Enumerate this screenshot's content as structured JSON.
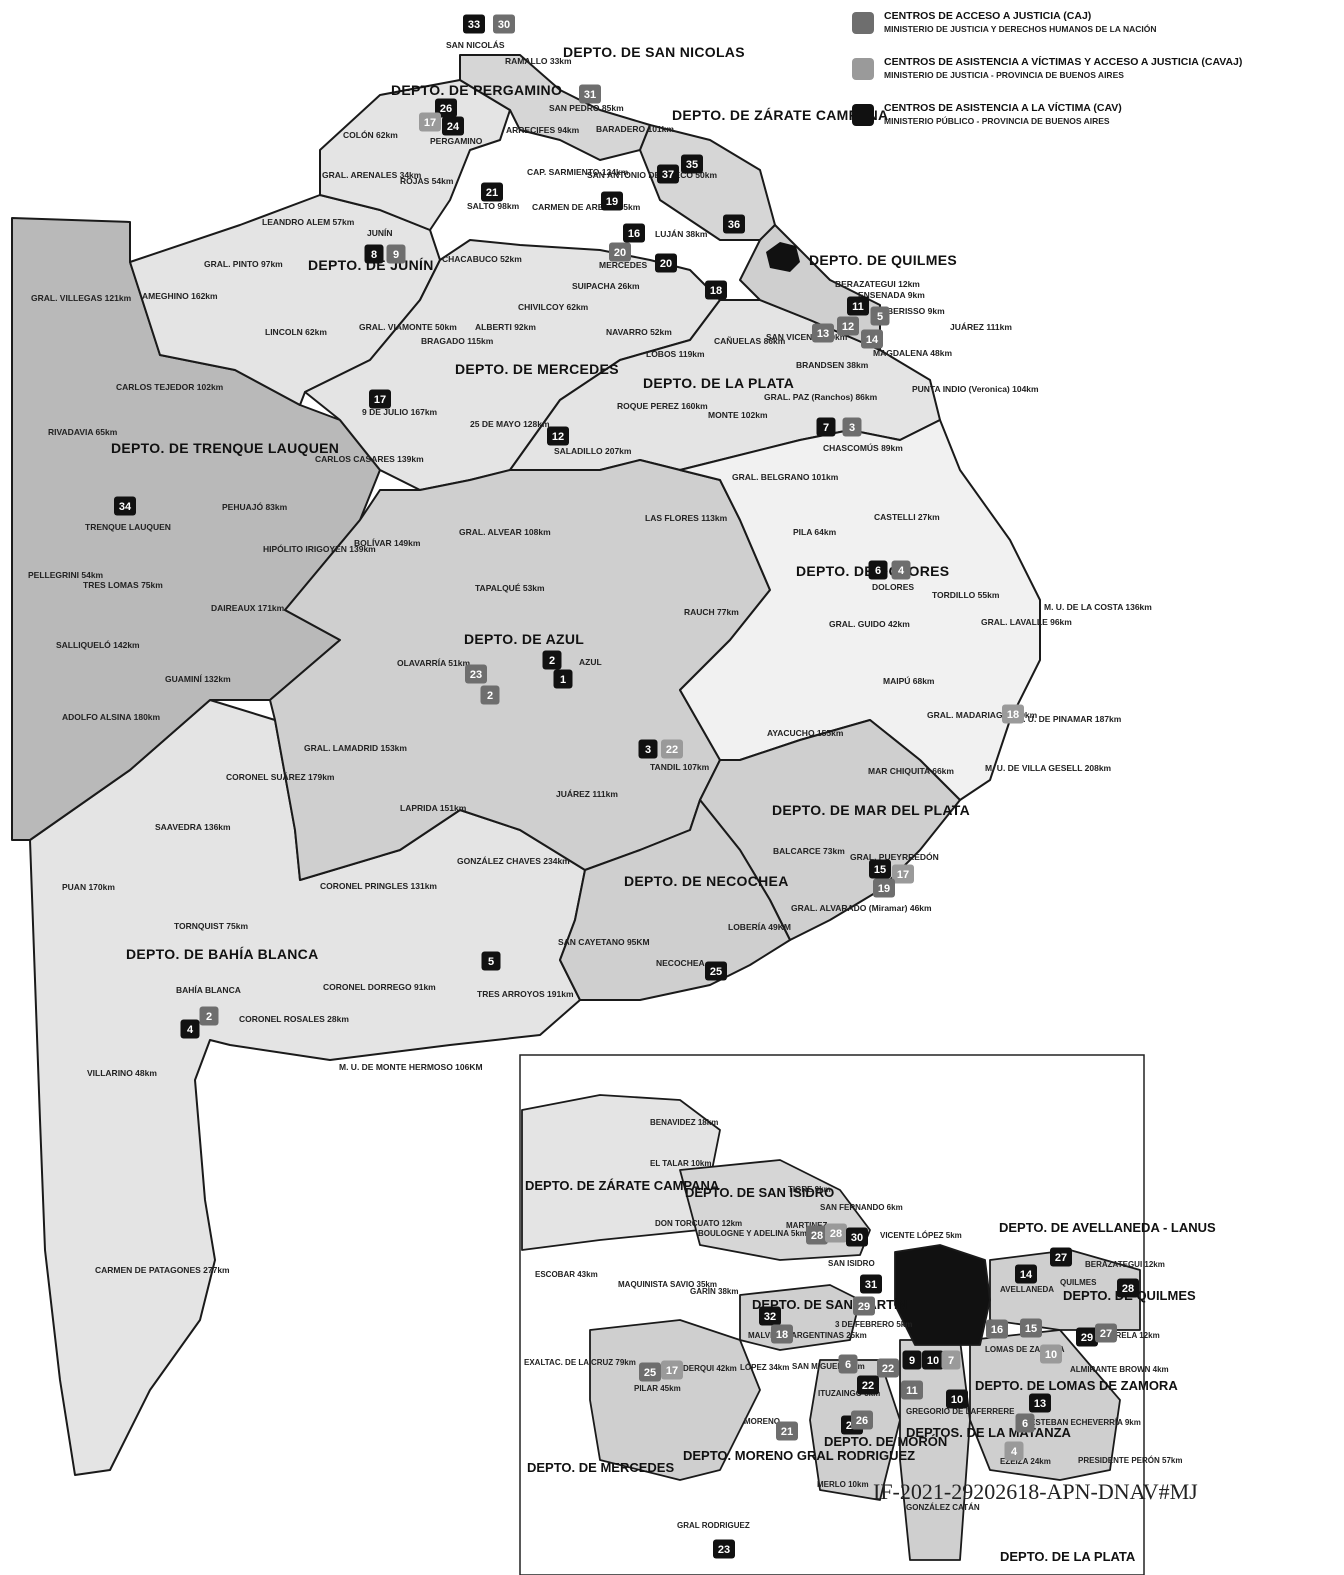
{
  "colors": {
    "caj": "#6e6e6e",
    "cavaj": "#9a9a9a",
    "cav": "#111111",
    "region_dark": "#b9b9b9",
    "region_mid": "#cfcfcf",
    "region_light": "#e4e4e4",
    "region_pale": "#f1f1f1",
    "border": "#1a1a1a"
  },
  "legend": [
    {
      "key": "caj",
      "title": "CENTROS DE ACCESO A JUSTICIA (CAJ)",
      "subtitle": "MINISTERIO DE JUSTICIA Y DERECHOS HUMANOS DE LA NACIÓN"
    },
    {
      "key": "cavaj",
      "title": "CENTROS DE ASISTENCIA A VÍCTIMAS Y ACCESO A JUSTICIA (CAVAJ)",
      "subtitle": "MINISTERIO DE JUSTICIA - PROVINCIA DE BUENOS AIRES"
    },
    {
      "key": "cav",
      "title": "CENTROS DE ASISTENCIA A LA VÍCTIMA  (CAV)",
      "subtitle": "MINISTERIO PÚBLICO - PROVINCIA DE BUENOS AIRES"
    }
  ],
  "departments": [
    "DEPTO. DE SAN NICOLAS",
    "DEPTO. DE PERGAMINO",
    "DEPTO. DE ZÁRATE CAMPANA",
    "DEPTO. DE JUNÍN",
    "DEPTO. DE QUILMES",
    "DEPTO. DE MERCEDES",
    "DEPTO. DE LA PLATA",
    "DEPTO. DE TRENQUE LAUQUEN",
    "DEPTO. DE DOLORES",
    "DEPTO. DE AZUL",
    "DEPTO. DE MAR DEL PLATA",
    "DEPTO. DE NECOCHEA",
    "DEPTO. DE BAHÍA BLANCA"
  ],
  "towns": [
    "SAN NICOLÁS",
    "RAMALLO 33km",
    "SAN PEDRO 85km",
    "BARADERO 101km",
    "ARRECIFES 94km",
    "COLÓN 62km",
    "PERGAMINO",
    "CAP. SARMIENTO 124km",
    "SAN ANTONIO DE ARECO 50km",
    "CARMEN DE ARECO 55km",
    "SALTO 98km",
    "ROJAS 54km",
    "GRAL. ARENALES 34km",
    "LEANDRO ALEM 57km",
    "JUNÍN",
    "CHACABUCO 52km",
    "GRAL. PINTO 97km",
    "AMEGHINO 162km",
    "GRAL. VILLEGAS 121km",
    "LINCOLN 62km",
    "GRAL. VIAMONTE 50km",
    "BRAGADO 115km",
    "ALBERTI 92km",
    "CHIVILCOY 62km",
    "SUIPACHA 26km",
    "MERCEDES",
    "LUJÁN 38km",
    "NAVARRO 52km",
    "LOBOS 119km",
    "CAÑUELAS 86km",
    "SAN VICENTE 50km",
    "BRANDSEN 38km",
    "BERAZATEGUI 12km",
    "ENSENADA 9km",
    "BERISSO 9km",
    "MAGDALENA 48km",
    "JUÁREZ 111km",
    "PUNTA INDIO (Veronica) 104km",
    "ROQUE PEREZ 160km",
    "MONTE 102km",
    "GRAL. PAZ (Ranchos) 86km",
    "CHASCOMÚS 89km",
    "CARLOS TEJEDOR 102km",
    "RIVADAVIA 65km",
    "9 DE JULIO 167km",
    "25 DE MAYO 128km",
    "SALADILLO 207km",
    "CARLOS CASARES 139km",
    "PEHUAJÓ 83km",
    "TRENQUE LAUQUEN",
    "GRAL. BELGRANO 101km",
    "LAS FLORES 113km",
    "GRAL. ALVEAR 108km",
    "BOLÍVAR 149km",
    "HIPÓLITO IRIGOYEN 139km",
    "PELLEGRINI 54km",
    "TRES LOMAS 75km",
    "DAIREAUX 171km",
    "SALLIQUELÓ 142km",
    "TAPALQUÉ 53km",
    "RAUCH 77km",
    "PILA 64km",
    "CASTELLI 27km",
    "DOLORES",
    "TORDILLO 55km",
    "M. U. DE LA COSTA 136km",
    "GRAL. LAVALLE 96km",
    "GRAL. GUIDO 42km",
    "MAIPÚ 68km",
    "GRAL. MADARIAGA 160km",
    "M. U. DE PINAMAR 187km",
    "M. U. DE VILLA GESELL 208km",
    "OLAVARRÍA 51km",
    "AZUL",
    "GUAMINÍ 132km",
    "ADOLFO ALSINA 180km",
    "GRAL. LAMADRID 153km",
    "AYACUCHO 155km",
    "TANDIL 107km",
    "MAR CHIQUITA 66km",
    "CORONEL SUÁREZ 179km",
    "JUÁREZ 111km",
    "LAPRIDA 151km",
    "SAAVEDRA 136km",
    "BALCARCE 73km",
    "GRAL. PUEYRREDÓN",
    "GONZÁLEZ CHAVES 234km",
    "PUAN 170km",
    "CORONEL PRINGLES 131km",
    "GRAL. ALVARADO (Miramar) 46km",
    "TORNQUIST 75km",
    "LOBERÍA 49KM",
    "SAN CAYETANO 95KM",
    "NECOCHEA",
    "BAHÍA BLANCA",
    "CORONEL DORREGO 91km",
    "TRES ARROYOS 191km",
    "CORONEL ROSALES 28km",
    "M. U. DE MONTE HERMOSO 106KM",
    "VILLARINO 48km",
    "CARMEN DE PATAGONES 277km"
  ],
  "markers": [
    {
      "n": "33",
      "t": "cav"
    },
    {
      "n": "30",
      "t": "caj"
    },
    {
      "n": "31",
      "t": "caj"
    },
    {
      "n": "26",
      "t": "cav"
    },
    {
      "n": "24",
      "t": "cav"
    },
    {
      "n": "17",
      "t": "cavaj"
    },
    {
      "n": "37",
      "t": "cav"
    },
    {
      "n": "35",
      "t": "cav"
    },
    {
      "n": "21",
      "t": "cav"
    },
    {
      "n": "19",
      "t": "cav"
    },
    {
      "n": "16",
      "t": "cav"
    },
    {
      "n": "20",
      "t": "caj"
    },
    {
      "n": "20",
      "t": "cav"
    },
    {
      "n": "36",
      "t": "cav"
    },
    {
      "n": "8",
      "t": "cav"
    },
    {
      "n": "9",
      "t": "caj"
    },
    {
      "n": "18",
      "t": "cav"
    },
    {
      "n": "11",
      "t": "cav"
    },
    {
      "n": "12",
      "t": "caj"
    },
    {
      "n": "13",
      "t": "caj"
    },
    {
      "n": "14",
      "t": "caj"
    },
    {
      "n": "5",
      "t": "caj"
    },
    {
      "n": "17",
      "t": "cav"
    },
    {
      "n": "12",
      "t": "cav"
    },
    {
      "n": "7",
      "t": "cav"
    },
    {
      "n": "3",
      "t": "caj"
    },
    {
      "n": "34",
      "t": "cav"
    },
    {
      "n": "6",
      "t": "cav"
    },
    {
      "n": "4",
      "t": "caj"
    },
    {
      "n": "23",
      "t": "caj"
    },
    {
      "n": "2",
      "t": "caj"
    },
    {
      "n": "2",
      "t": "cav"
    },
    {
      "n": "1",
      "t": "cav"
    },
    {
      "n": "3",
      "t": "cav"
    },
    {
      "n": "22",
      "t": "cavaj"
    },
    {
      "n": "18",
      "t": "cavaj"
    },
    {
      "n": "15",
      "t": "cav"
    },
    {
      "n": "17",
      "t": "cavaj"
    },
    {
      "n": "19",
      "t": "caj"
    },
    {
      "n": "5",
      "t": "cav"
    },
    {
      "n": "25",
      "t": "cav"
    },
    {
      "n": "4",
      "t": "cav"
    },
    {
      "n": "2",
      "t": "caj"
    }
  ],
  "inset": {
    "departments": [
      "DEPTO. DE ZÁRATE CAMPANA",
      "DEPTO. DE SAN ISIDRO",
      "DEPTO. DE AVELLANEDA - LANUS",
      "DEPTO. DE QUILMES",
      "DEPTO. DE SAN MARTÍN",
      "DEPTO. DE LOMAS DE ZAMORA",
      "DEPTO. DE MORÓN",
      "DEPTOS. DE LA MATANZA",
      "DEPTO. MORENO GRAL RODRIGUEZ",
      "DEPTO. DE MERCEDES",
      "DEPTO. DE LA PLATA"
    ],
    "towns": [
      "BENAVIDEZ 18km",
      "EL TALAR 10km",
      "TIGRE 9km",
      "SAN FERNANDO 6km",
      "VICENTE LÓPEZ 5km",
      "DON TORCUATO 12km",
      "BOULOGNE Y ADELINA 5km",
      "MARTINEZ",
      "SAN ISIDRO",
      "ESCOBAR 43km",
      "MAQUINISTA SAVIO 35km",
      "GARÍN 38km",
      "EXALTAC. DE LA CRUZ 79km",
      "PILAR 45km",
      "DERQUI 42km",
      "MALVINAS ARGENTINAS 25km",
      "3 DE FEBRERO 5km",
      "SAN MIGUEL 20km",
      "LÓPEZ 34km",
      "MORENO",
      "ITUZAINGÓ 5km",
      "MERLO 10km",
      "GRAL RODRIGUEZ",
      "LOMAS DE ZAMORA",
      "ALMIRANTE BROWN 4km",
      "ESTEBAN ECHEVERRÍA 9km",
      "EZEIZA 24km",
      "PRESIDENTE PERÓN 57km",
      "GONZÁLEZ CATÁN",
      "GREGORIO DE LAFERRERE",
      "AVELLANEDA",
      "BERAZATEGUI 12km",
      "QUILMES",
      "VARELA 12km"
    ],
    "markers": [
      {
        "n": "28",
        "t": "caj"
      },
      {
        "n": "28",
        "t": "cavaj"
      },
      {
        "n": "30",
        "t": "cav"
      },
      {
        "n": "31",
        "t": "cav"
      },
      {
        "n": "29",
        "t": "caj"
      },
      {
        "n": "32",
        "t": "cav"
      },
      {
        "n": "18",
        "t": "caj"
      },
      {
        "n": "25",
        "t": "caj"
      },
      {
        "n": "17",
        "t": "cavaj"
      },
      {
        "n": "6",
        "t": "caj"
      },
      {
        "n": "22",
        "t": "caj"
      },
      {
        "n": "9",
        "t": "cav"
      },
      {
        "n": "10",
        "t": "cav"
      },
      {
        "n": "7",
        "t": "cavaj"
      },
      {
        "n": "11",
        "t": "caj"
      },
      {
        "n": "10",
        "t": "cav"
      },
      {
        "n": "24",
        "t": "cav"
      },
      {
        "n": "22",
        "t": "cav"
      },
      {
        "n": "21",
        "t": "caj"
      },
      {
        "n": "27",
        "t": "cav"
      },
      {
        "n": "14",
        "t": "cav"
      },
      {
        "n": "16",
        "t": "caj"
      },
      {
        "n": "15",
        "t": "caj"
      },
      {
        "n": "13",
        "t": "cav"
      },
      {
        "n": "29",
        "t": "cav"
      },
      {
        "n": "27",
        "t": "caj"
      },
      {
        "n": "28",
        "t": "cav"
      },
      {
        "n": "23",
        "t": "cav"
      },
      {
        "n": "4",
        "t": "cavaj"
      },
      {
        "n": "6",
        "t": "caj"
      },
      {
        "n": "26",
        "t": "caj"
      },
      {
        "n": "10",
        "t": "cavaj"
      }
    ]
  },
  "doc_id": "IF-2021-29202618-APN-DNAV#MJ"
}
